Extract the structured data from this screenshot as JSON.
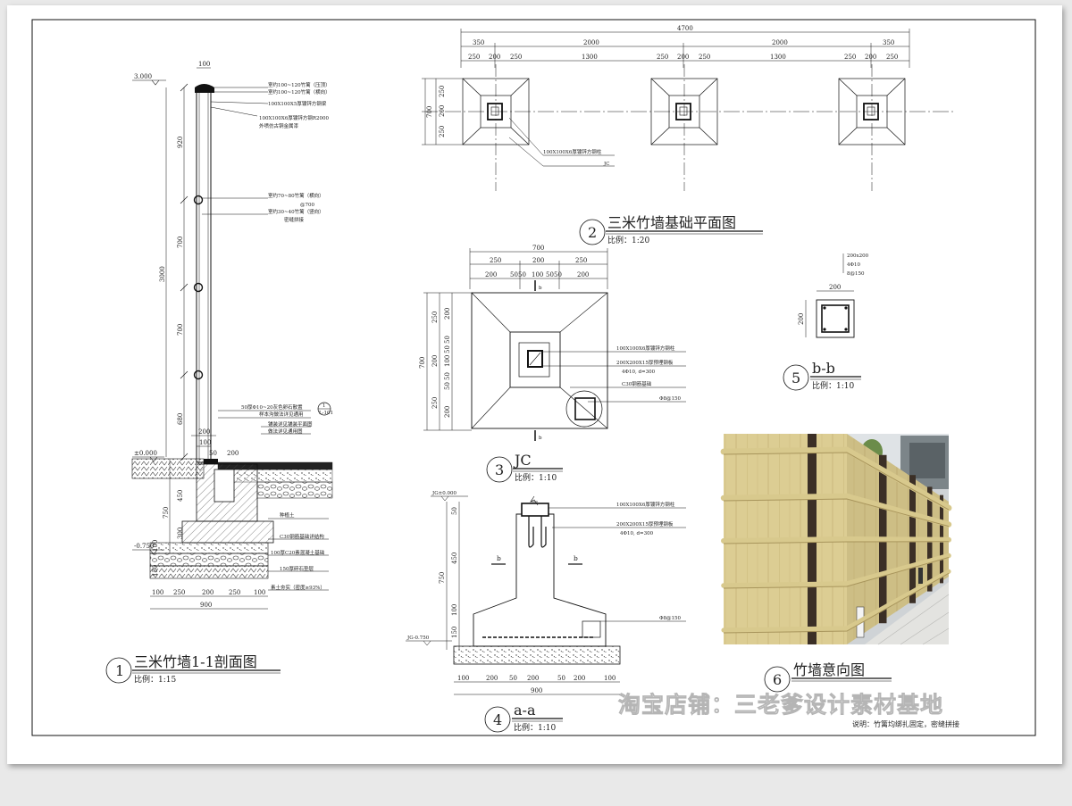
{
  "views": {
    "section": {
      "num": "1",
      "title": "三米竹墙1-1剖面图",
      "scale": "比例：1:15",
      "elev_top": "3.000",
      "elev_ground": "±0.000",
      "elev_bottom": "-0.750",
      "dims": [
        "100",
        "920",
        "700",
        "700",
        "680",
        "3000",
        "200",
        "100",
        "50",
        "200",
        "750",
        "450",
        "300",
        "100",
        "150",
        "100",
        "250",
        "200",
        "250",
        "100",
        "900"
      ],
      "notes": [
        "室约100~120竹篱（压顶）",
        "室约100~120竹篱（横向）",
        "100X100X5厚镀锌方钢梁",
        "100X100X6厚镀锌方钢R2000",
        "外喷仿古铜金属漆",
        "室约70~80竹篱（横向）",
        "@700",
        "室约30~40竹篱（竖向）",
        "密缝拼接",
        "50厚Φ10~20灰色卵石散置",
        "样本沟做法详见通用",
        "铺装详见铺装平面图",
        "做法详见通用图",
        "种植土",
        "C30钢筋基础详结构",
        "100厚C20素混凝土基础",
        "150厚碎石垫层",
        "素土夯实（密度≥93%）"
      ],
      "callout_num": "1",
      "callout_ref": "L-101"
    },
    "plan": {
      "num": "2",
      "title": "三米竹墙基础平面图",
      "scale": "比例：1:20",
      "dims_total": "4700",
      "dims_row1": [
        "350",
        "2000",
        "2000",
        "350"
      ],
      "dims_row2": [
        "250",
        "200",
        "250",
        "1300",
        "250",
        "200",
        "250",
        "1300",
        "250",
        "200",
        "250"
      ],
      "dims_left": [
        "250",
        "200",
        "250",
        "700"
      ],
      "notes": [
        "100X100X6厚镀锌方钢柱",
        "JC"
      ]
    },
    "jc": {
      "num": "3",
      "title": "JC",
      "scale": "比例：1:10",
      "dims_top_total": "700",
      "dims_top_row1": [
        "250",
        "200",
        "250"
      ],
      "dims_top_row2": [
        "200",
        "50",
        "50",
        "100",
        "50",
        "50",
        "200"
      ],
      "dims_left": [
        "250",
        "200",
        "250",
        "700",
        "200",
        "50",
        "50",
        "100",
        "50",
        "50",
        "200"
      ],
      "section_mark": "b",
      "notes": [
        "100X100X6厚镀锌方钢柱",
        "200X200X15厚预埋钢板",
        "4Φ10, d=300",
        "C30钢筋基础",
        "Φ8@150"
      ]
    },
    "aa": {
      "num": "4",
      "title": "a-a",
      "scale": "比例：1:10",
      "elev_top": "JG±0.000",
      "elev_bottom": "JG-0.750",
      "dims_left": [
        "50",
        "450",
        "750",
        "100",
        "150"
      ],
      "dims_bottom": [
        "100",
        "200",
        "50",
        "200",
        "50",
        "200",
        "100"
      ],
      "dims_bottom_total": "900",
      "section_mark": "b",
      "notes": [
        "100X100X6厚镀锌方钢柱",
        "200X200X15厚预埋钢板",
        "4Φ10, d=300",
        "Φ8@150"
      ]
    },
    "bb": {
      "num": "5",
      "title": "b-b",
      "scale": "比例：1:10",
      "dims": [
        "200",
        "200"
      ],
      "notes": [
        "200x200",
        "4Φ10",
        "8@150"
      ]
    },
    "photo": {
      "num": "6",
      "title": "竹墙意向图"
    }
  },
  "watermark": "淘宝店铺：三老爹设计素材基地",
  "footnote": "说明：竹篱均绑扎固定，密缝拼接",
  "colors": {
    "line": "#1a1a1a",
    "bamboo": "#dccd93",
    "post": "#3b2f26",
    "background": "#e9e9e9"
  }
}
